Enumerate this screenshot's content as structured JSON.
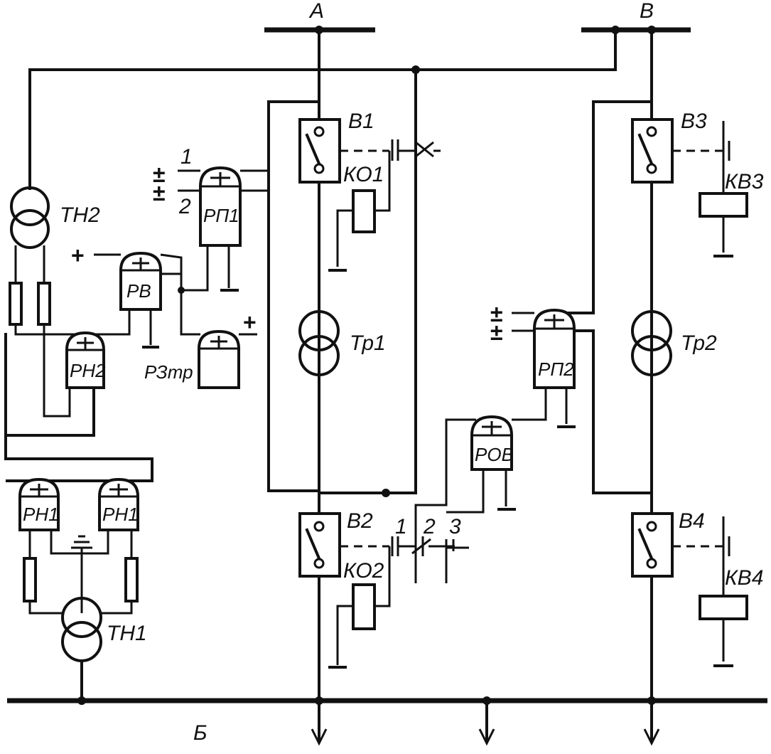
{
  "bus_labels": {
    "A": "A",
    "B": "B",
    "bottom": "Б"
  },
  "devices": {
    "tn2": "ТН2",
    "tn1": "ТН1",
    "rp1": "РП1",
    "rp2": "РП2",
    "rv": "РВ",
    "rn2": "РН2",
    "rn1_left": "РН1",
    "rn1_right": "РН1",
    "rz_tr": "РЗтр",
    "rov": "РОВ",
    "v1": "В1",
    "v2": "В2",
    "v3": "В3",
    "v4": "В4",
    "ko1": "КО1",
    "ko2": "КО2",
    "kv3": "КВ3",
    "kv4": "КВ4",
    "tr1": "Тр1",
    "tr2": "Тр2"
  },
  "contact_numbers": {
    "c1_top": "1",
    "c2_top": "2",
    "c1_mid": "1",
    "c2_mid": "2",
    "c3_mid": "3"
  },
  "signs": {
    "plus": "+",
    "plus_minus": "±",
    "minus": "−"
  }
}
